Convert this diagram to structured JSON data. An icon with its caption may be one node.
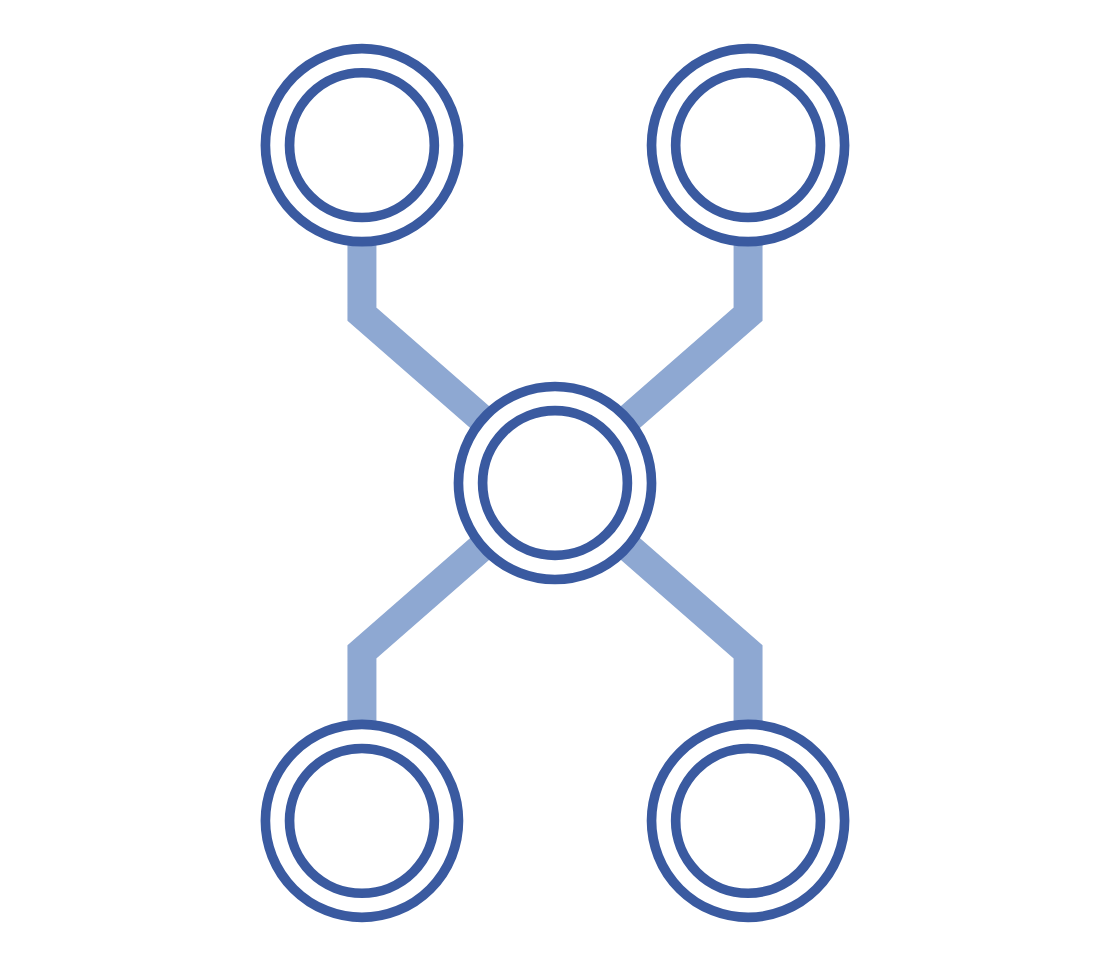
{
  "diagram": {
    "nodes": [
      {
        "text": [],
        "shape": "circle"
      },
      {
        "text": [],
        "shape": "circle"
      },
      {
        "text": [],
        "shape": "circle"
      },
      {
        "text": [],
        "shape": "circle"
      },
      {
        "text": [],
        "shape": "circle"
      }
    ],
    "edges": [
      {
        "from": 0,
        "to": 2,
        "arrow": "none"
      },
      {
        "from": 1,
        "to": 2,
        "arrow": "none"
      },
      {
        "from": 2,
        "to": 3,
        "arrow": "none"
      },
      {
        "from": 2,
        "to": 4,
        "arrow": "none"
      }
    ]
  }
}
